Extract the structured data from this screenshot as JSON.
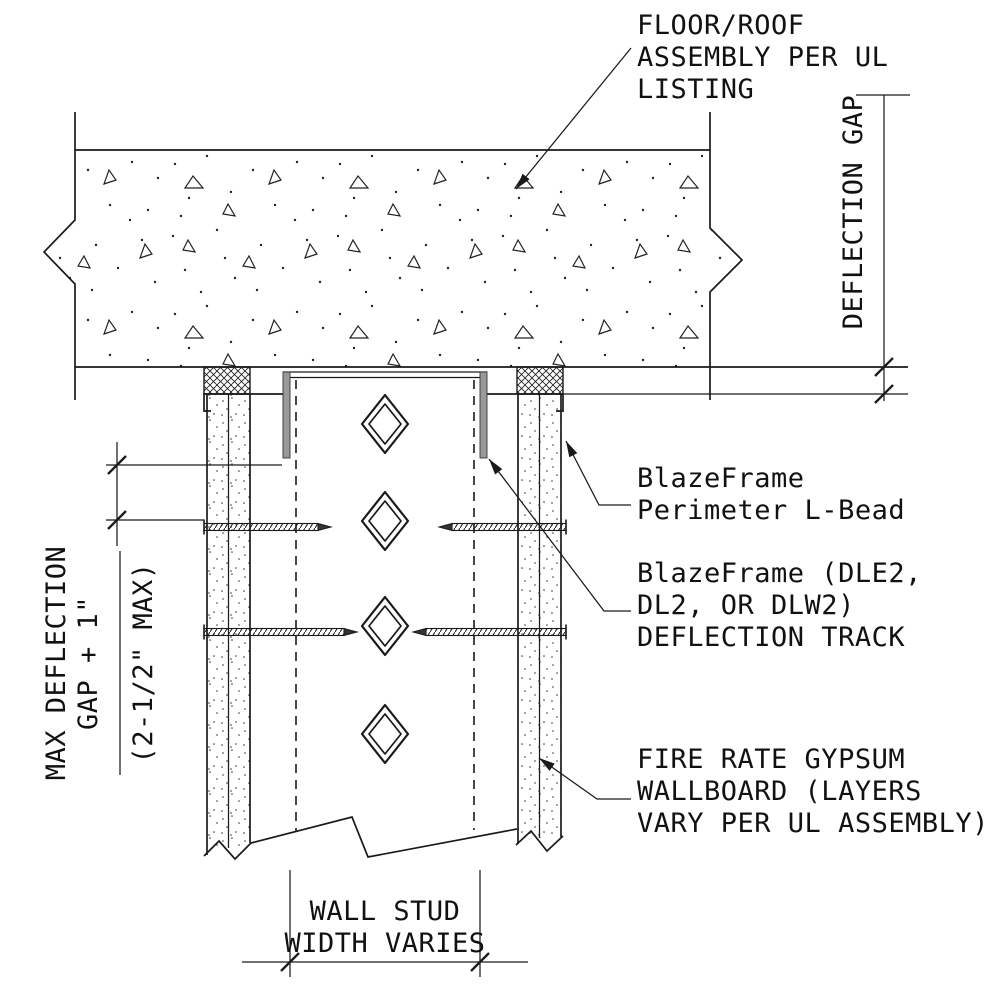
{
  "labels": {
    "floor_roof": {
      "line1": "FLOOR/ROOF",
      "line2": "ASSEMBLY PER UL",
      "line3": "LISTING"
    },
    "deflection_gap": "DEFLECTION GAP",
    "max_deflection": {
      "line1": "MAX DEFLECTION",
      "line2": "GAP + 1\"",
      "line3": "(2-1/2\" MAX)"
    },
    "lbead": {
      "line1": "BlazeFrame",
      "line2": "Perimeter L-Bead"
    },
    "track": {
      "line1": "BlazeFrame (DLE2,",
      "line2": "DL2, OR DLW2)",
      "line3": "DEFLECTION TRACK"
    },
    "gypsum": {
      "line1": "FIRE RATE GYPSUM",
      "line2": "WALLBOARD (LAYERS",
      "line3": "VARY PER UL ASSEMBLY)"
    },
    "wall_stud": {
      "line1": "WALL STUD",
      "line2": "WIDTH VARIES"
    }
  },
  "colors": {
    "line": "#1a1a1a",
    "track_fill": "#9a9a9a",
    "background": "#ffffff"
  }
}
